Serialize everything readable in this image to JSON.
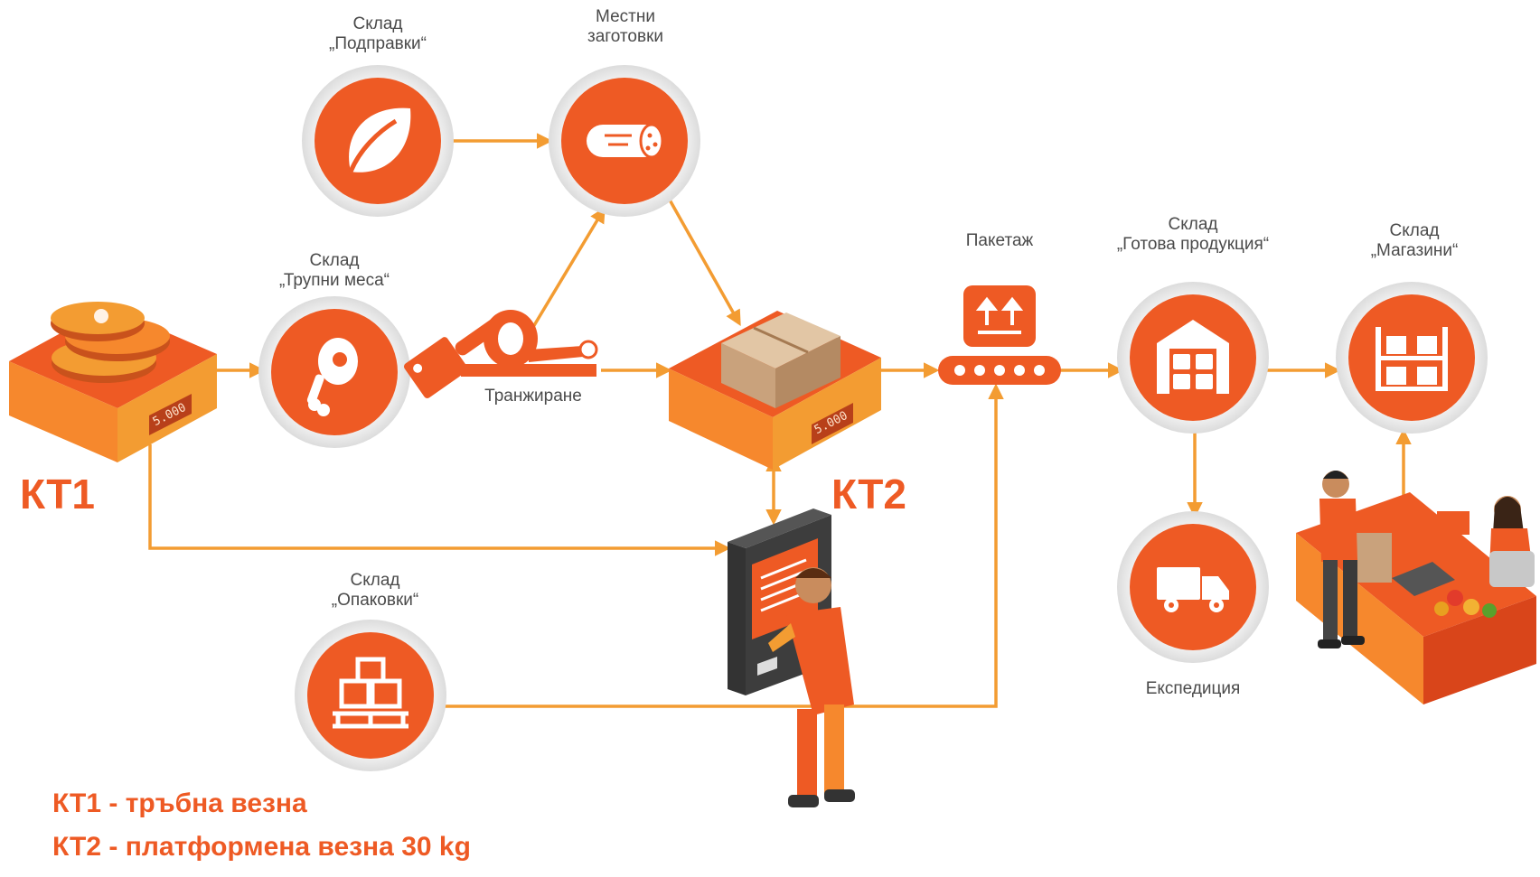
{
  "nodes": {
    "spices": {
      "label_line1": "Склад",
      "label_line2": "„Подправки“",
      "icon": "leaf-icon"
    },
    "local_prep": {
      "label_line1": "Местни",
      "label_line2": "заготовки",
      "icon": "sausage-icon"
    },
    "meat_store": {
      "label_line1": "Склад",
      "label_line2": "„Трупни меса“",
      "icon": "meat-leg-icon"
    },
    "butchering": {
      "label": "Транжиране",
      "icon": "cleaver-icon"
    },
    "packing": {
      "label": "Пакетаж",
      "icon": "conveyor-icon"
    },
    "finished_goods": {
      "label_line1": "Склад",
      "label_line2": "„Готова продукция“",
      "icon": "warehouse-icon"
    },
    "shops": {
      "label_line1": "Склад",
      "label_line2": "„Магазини“",
      "icon": "shelves-icon"
    },
    "packaging_store": {
      "label_line1": "Склад",
      "label_line2": "„Опаковки“",
      "icon": "pallet-boxes-icon"
    },
    "expedition": {
      "label": "Експедиция",
      "icon": "truck-icon"
    }
  },
  "checkpoints": {
    "kt1": {
      "label": "КТ1",
      "display": "5.000"
    },
    "kt2": {
      "label": "КТ2",
      "display": "5.000"
    }
  },
  "legend": {
    "line1": "КТ1 - тръбна везна",
    "line2": "КТ2 - платформена везна 30 kg"
  },
  "colors": {
    "accent": "#ee5a24",
    "arrow": "#f39c32",
    "ring": "#e9e9e9",
    "text": "#4a4a4a"
  }
}
